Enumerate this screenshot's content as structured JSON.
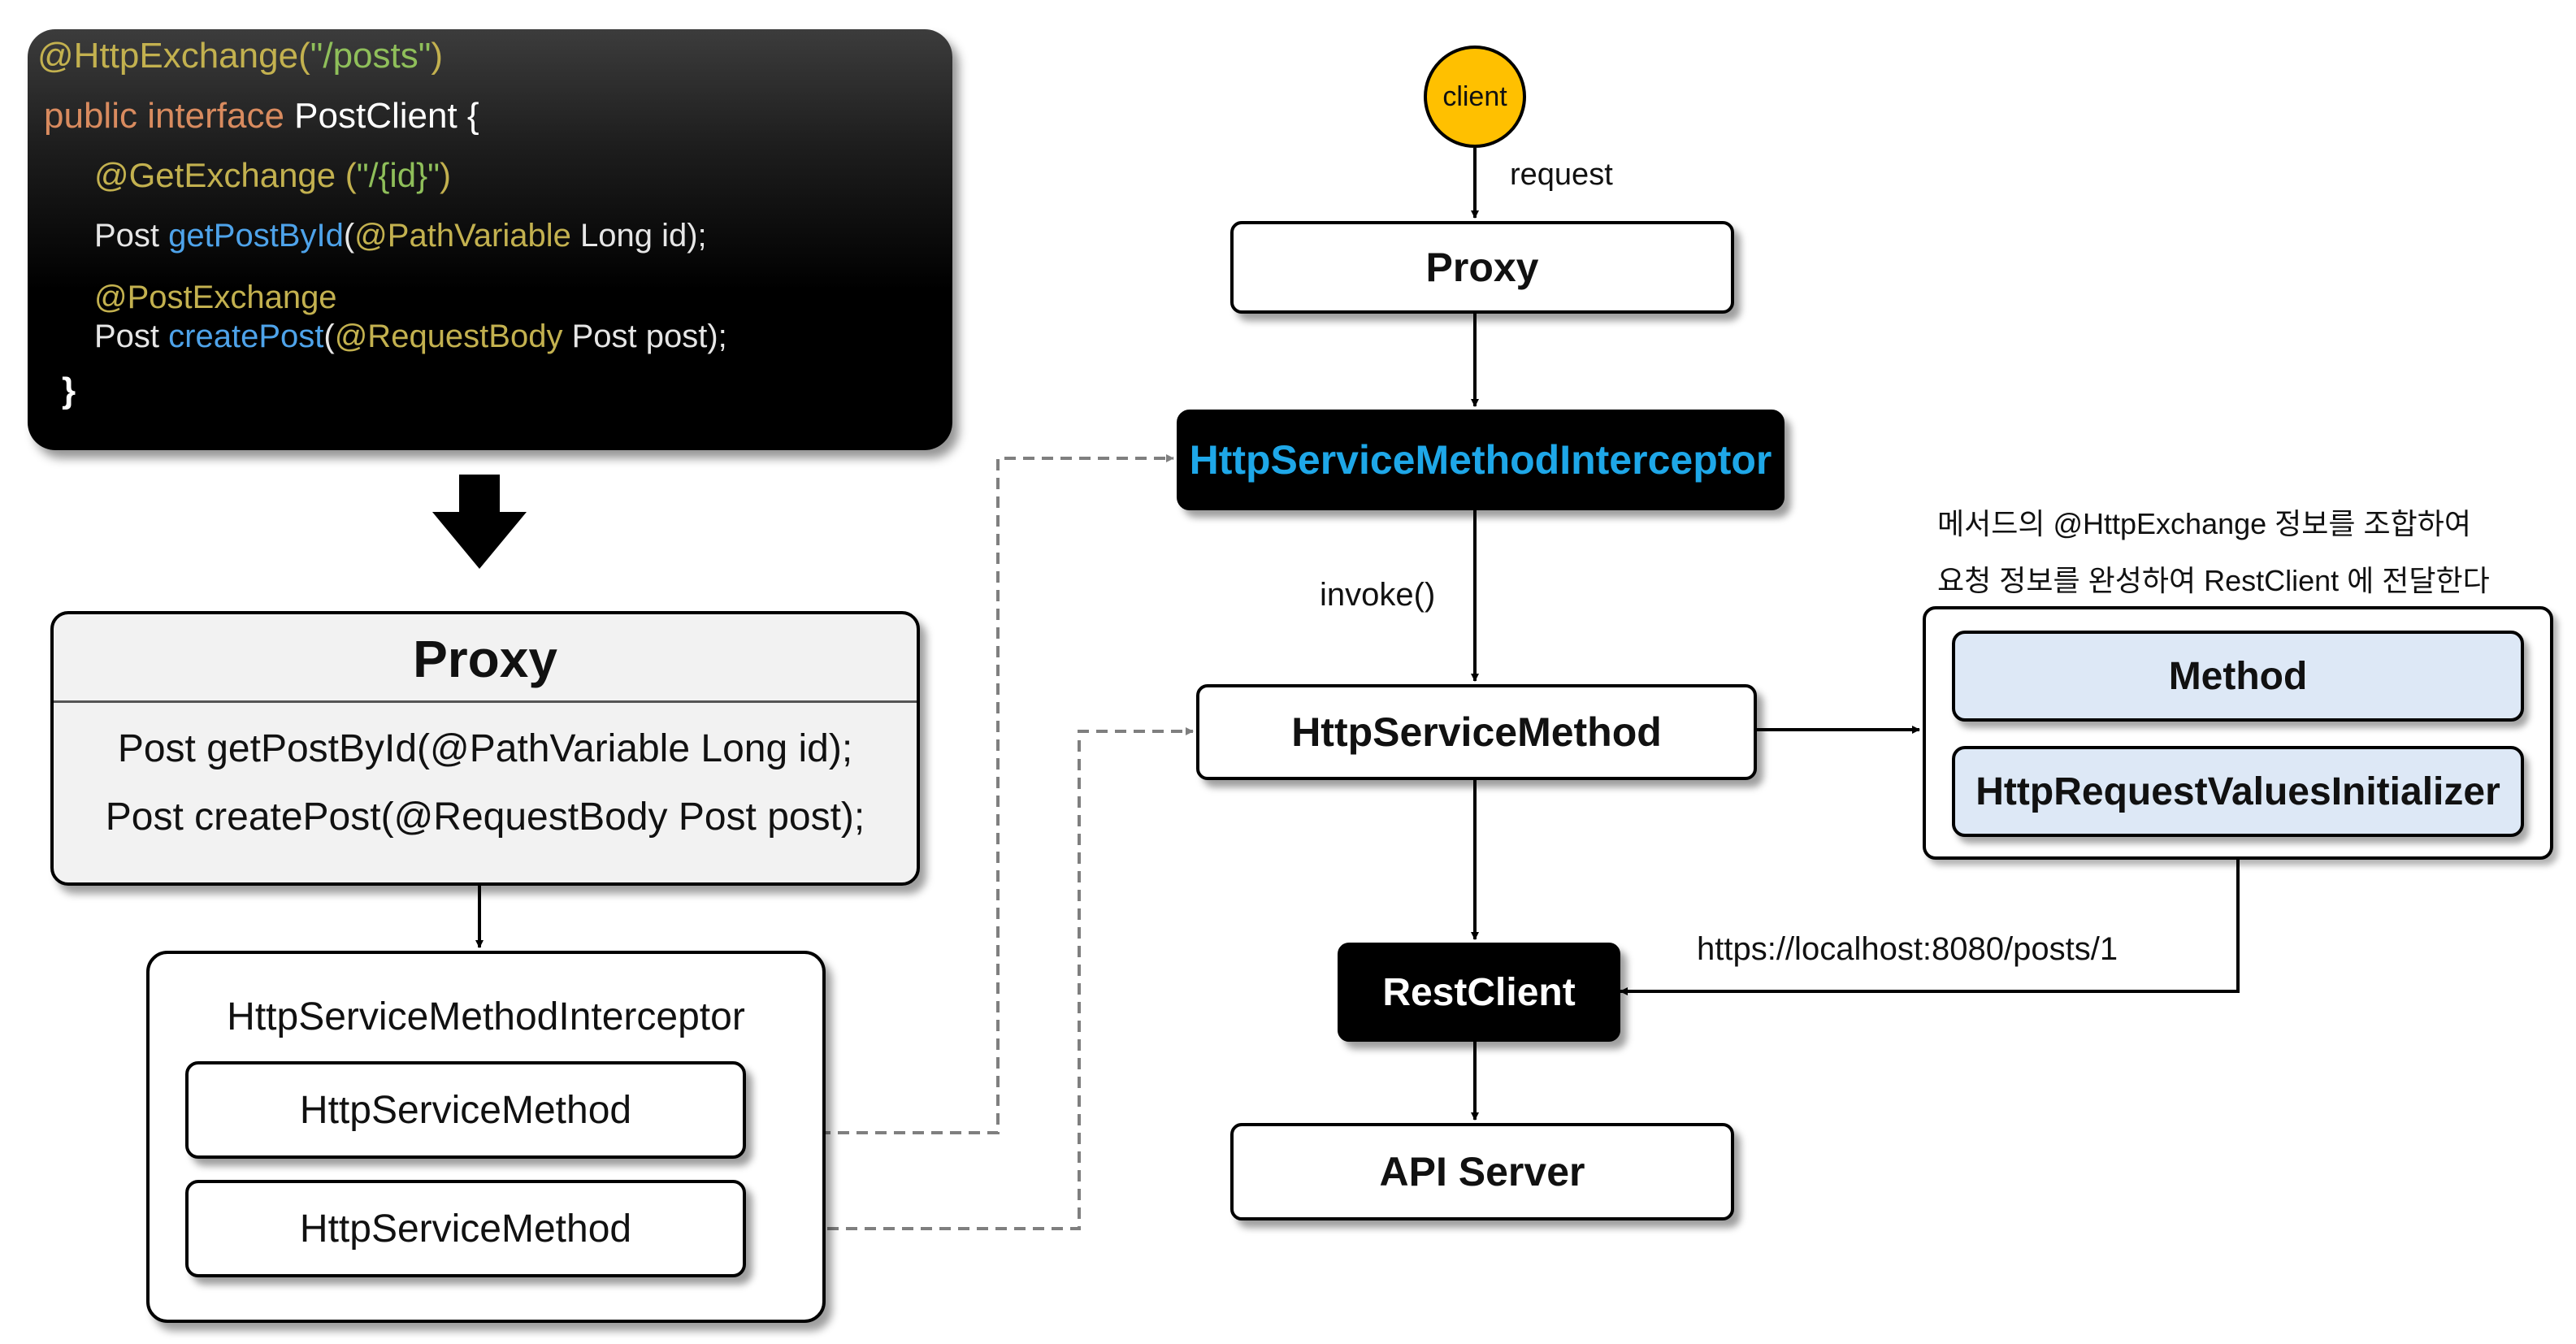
{
  "code": {
    "l1_ann": "@HttpExchange(",
    "l1_str": "\"/posts\"",
    "l1_close": ")",
    "l2_kw": "public interface ",
    "l2_name": "PostClient {",
    "l3_ann": "@GetExchange (",
    "l3_str": "\"/{id}\"",
    "l3_close": ")",
    "l4_type": "Post ",
    "l4_fn": "getPostById",
    "l4_open": "(",
    "l4_ann": "@PathVariable",
    "l4_rest": " Long id);",
    "l5_ann": "@PostExchange",
    "l6_type": "Post ",
    "l6_fn": "createPost",
    "l6_open": "(",
    "l6_ann": "@RequestBody",
    "l6_rest": " Post post);",
    "l7": "}"
  },
  "left": {
    "proxy_title": "Proxy",
    "proxy_method_1": "Post getPostById(@PathVariable Long id);",
    "proxy_method_2": "Post createPost(@RequestBody Post post);",
    "interceptor_title": "HttpServiceMethodInterceptor",
    "method_1": "HttpServiceMethod",
    "method_2": "HttpServiceMethod"
  },
  "flow": {
    "client": "client",
    "request": "request",
    "proxy": "Proxy",
    "interceptor": "HttpServiceMethodInterceptor",
    "invoke": "invoke()",
    "service_method": "HttpServiceMethod",
    "rest_client": "RestClient",
    "api_server": "API Server",
    "url": "https://localhost:8080/posts/1"
  },
  "group": {
    "note_line_1": "메서드의 @HttpExchange 정보를 조합하여",
    "note_line_2": "요청 정보를 완성하여 RestClient 에 전달한다",
    "method": "Method",
    "initializer": "HttpRequestValuesInitializer"
  },
  "colors": {
    "interceptor_text": "#1ea7e8",
    "client_fill": "#ffc000",
    "group_item_fill": "#dde8f6"
  }
}
